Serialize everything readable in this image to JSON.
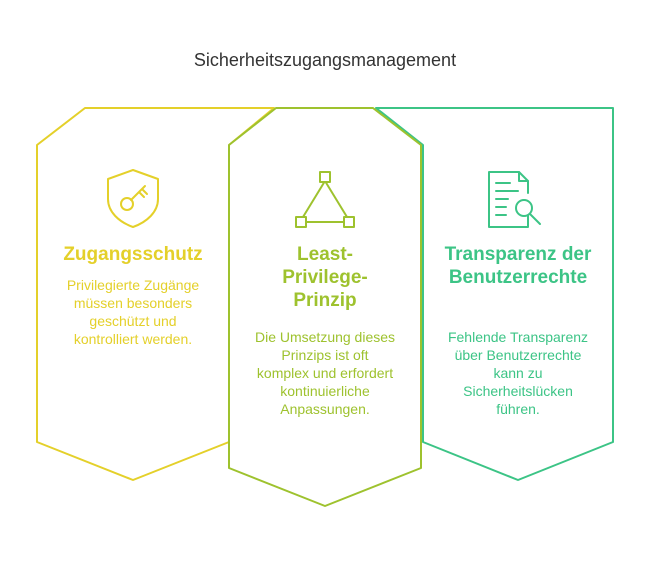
{
  "title": "Sicherheitszugangsmanagement",
  "colors": {
    "yellow": "#e4d02a",
    "olive": "#9ec22e",
    "green": "#3cc486",
    "title_text": "#333333"
  },
  "columns": [
    {
      "icon": "shield-key-icon",
      "heading": "Zugangsschutz",
      "description": "Privilegierte Zugänge müssen besonders geschützt und kontrolliert werden."
    },
    {
      "icon": "triangle-nodes-icon",
      "heading": "Least-Privilege-Prinzip",
      "description": "Die Umsetzung dieses Prinzips ist oft komplex und erfordert kontinuierliche Anpassungen."
    },
    {
      "icon": "document-search-icon",
      "heading": "Transparenz der Benutzerrechte",
      "description": "Fehlende Transparenz über Benutzerrechte kann zu Sicherheitslücken führen."
    }
  ]
}
